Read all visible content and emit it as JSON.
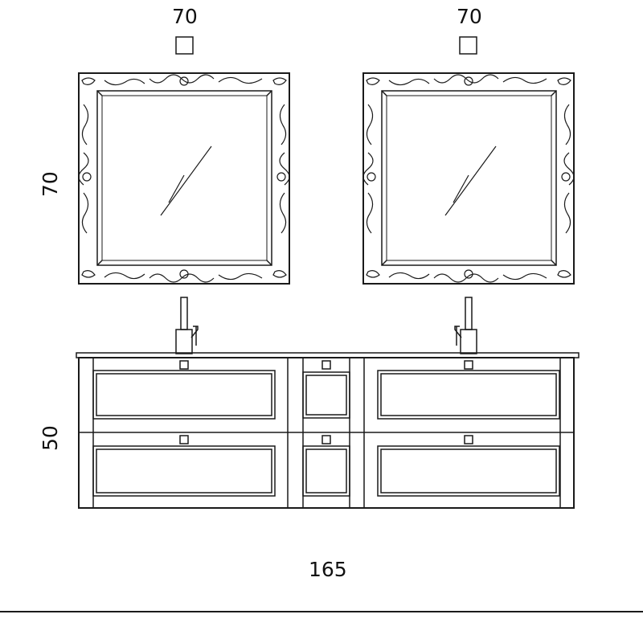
{
  "dimensions": {
    "mirror_left_width": "70",
    "mirror_right_width": "70",
    "mirror_height": "70",
    "cabinet_height": "50",
    "total_width": "165"
  },
  "colors": {
    "line": "#1a1a1a",
    "background": "#ffffff"
  },
  "icons": {
    "mirror_marker": "square-outline-icon",
    "drawer_handle": "square-knob-icon"
  }
}
